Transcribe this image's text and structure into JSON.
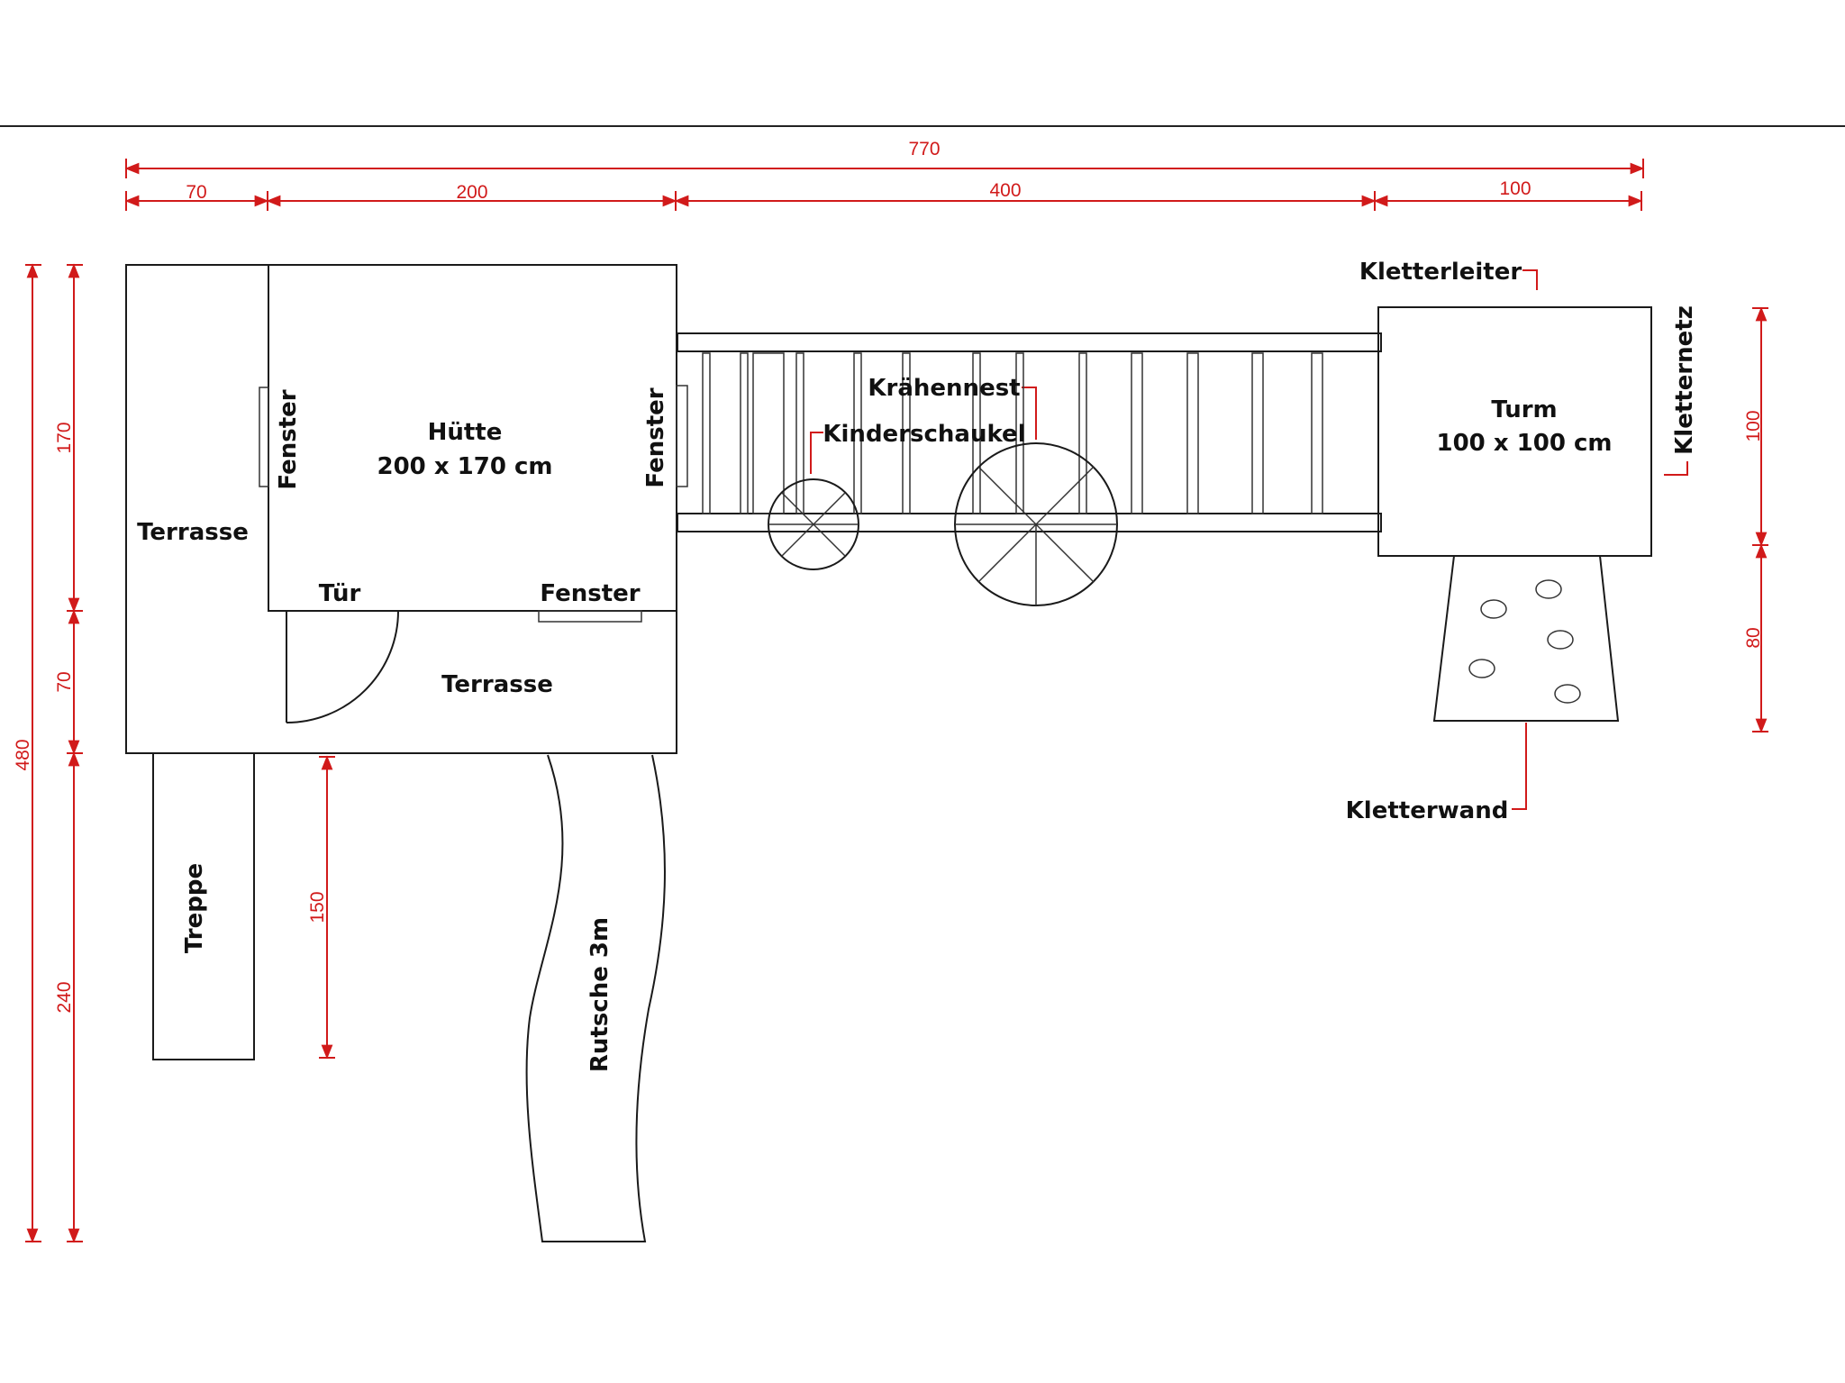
{
  "dimensions": {
    "total_width": "770",
    "seg1": "70",
    "seg2": "200",
    "seg3": "400",
    "seg4": "100",
    "left_total": "480",
    "left_a": "170",
    "left_b": "70",
    "left_c": "240",
    "stair_len": "150",
    "right_a": "100",
    "right_b": "80"
  },
  "labels": {
    "terrasse_left": "Terrasse",
    "fenster_left": "Fenster",
    "huette": "Hütte",
    "huette_size": "200 x 170 cm",
    "fenster_right": "Fenster",
    "tuer": "Tür",
    "fenster_bottom": "Fenster",
    "terrasse_bottom": "Terrasse",
    "treppe": "Treppe",
    "rutsche": "Rutsche 3m",
    "kraehennest": "Krähennest",
    "kinderschaukel": "Kinderschaukel",
    "kletterleiter": "Kletterleiter",
    "kletternetz": "Kletternetz",
    "turm": "Turm",
    "turm_size": "100 x 100 cm",
    "kletterwand": "Kletterwand"
  },
  "colors": {
    "dimension": "#d11a1a",
    "lines": "#1a1a1a"
  }
}
